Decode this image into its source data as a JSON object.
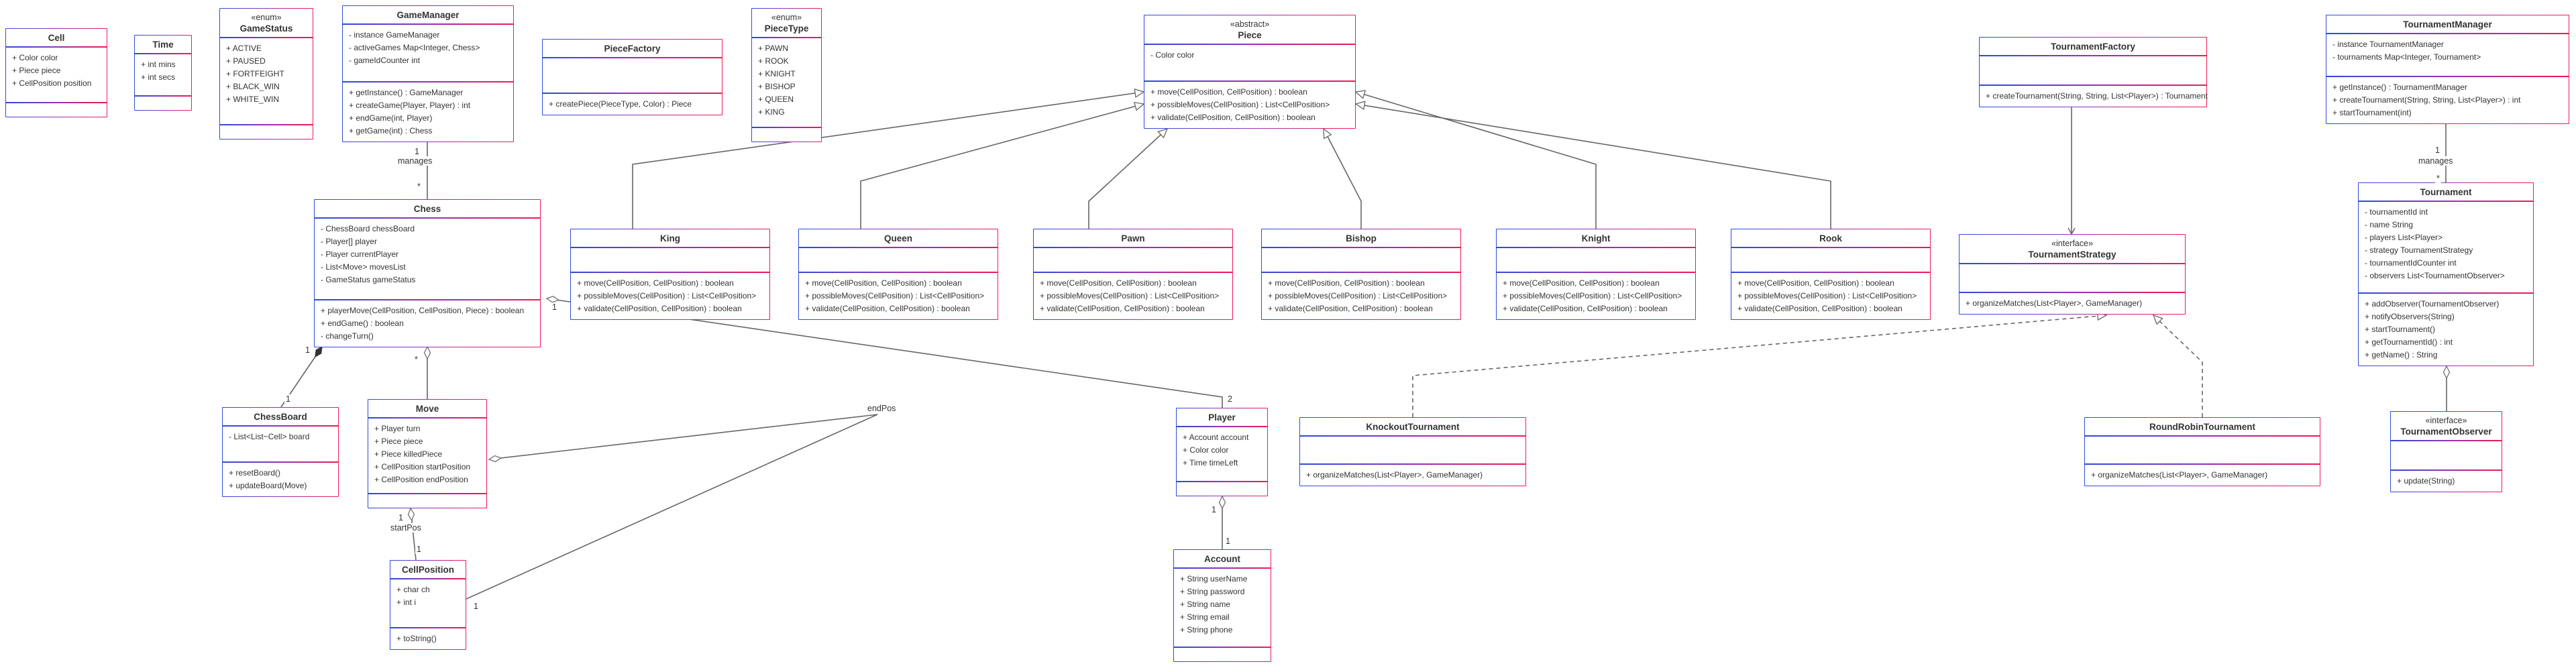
{
  "diagram": {
    "classes": [
      {
        "name": "Cell",
        "stereotype": "",
        "attributes": [
          "+ Color color",
          "+ Piece piece",
          "+ CellPosition position"
        ],
        "methods": []
      },
      {
        "name": "Time",
        "stereotype": "",
        "attributes": [
          "+ int mins",
          "+ int secs"
        ],
        "methods": []
      },
      {
        "name": "GameStatus",
        "stereotype": "«enum»",
        "attributes": [
          "+ ACTIVE",
          "+ PAUSED",
          "+ FORTFEIGHT",
          "+ BLACK_WIN",
          "+ WHITE_WIN"
        ],
        "methods": []
      },
      {
        "name": "GameManager",
        "stereotype": "",
        "attributes": [
          "- instance GameManager",
          "- activeGames Map<Integer, Chess>",
          "- gameIdCounter int"
        ],
        "methods": [
          "+ getInstance() : GameManager",
          "+ createGame(Player, Player) : int",
          "+ endGame(int, Player)",
          "+ getGame(int) : Chess"
        ]
      },
      {
        "name": "PieceFactory",
        "stereotype": "",
        "attributes": [],
        "methods": [
          "+ createPiece(PieceType, Color) : Piece"
        ]
      },
      {
        "name": "PieceType",
        "stereotype": "«enum»",
        "attributes": [
          "+ PAWN",
          "+ ROOK",
          "+ KNIGHT",
          "+ BISHOP",
          "+ QUEEN",
          "+ KING"
        ],
        "methods": []
      },
      {
        "name": "Piece",
        "stereotype": "«abstract»",
        "attributes": [
          "- Color color"
        ],
        "methods": [
          "+ move(CellPosition, CellPosition) : boolean",
          "+ possibleMoves(CellPosition) : List<CellPosition>",
          "+ validate(CellPosition, CellPosition) : boolean"
        ]
      },
      {
        "name": "TournamentFactory",
        "stereotype": "",
        "attributes": [],
        "methods": [
          "+ createTournament(String, String, List<Player>) : Tournament"
        ]
      },
      {
        "name": "TournamentManager",
        "stereotype": "",
        "attributes": [
          "- instance TournamentManager",
          "- tournaments Map<Integer, Tournament>"
        ],
        "methods": [
          "+ getInstance() : TournamentManager",
          "+ createTournament(String, String, List<Player>) : int",
          "+ startTournament(int)"
        ]
      },
      {
        "name": "Chess",
        "stereotype": "",
        "attributes": [
          "- ChessBoard chessBoard",
          "- Player[] player",
          "- Player currentPlayer",
          "- List<Move> movesList",
          "- GameStatus gameStatus"
        ],
        "methods": [
          "+ playerMove(CellPosition, CellPosition, Piece) : boolean",
          "+ endGame() : boolean",
          "- changeTurn()"
        ]
      },
      {
        "name": "King",
        "stereotype": "",
        "attributes": [],
        "methods": [
          "+ move(CellPosition, CellPosition) : boolean",
          "+ possibleMoves(CellPosition) : List<CellPosition>",
          "+ validate(CellPosition, CellPosition) : boolean"
        ]
      },
      {
        "name": "Queen",
        "stereotype": "",
        "attributes": [],
        "methods": [
          "+ move(CellPosition, CellPosition) : boolean",
          "+ possibleMoves(CellPosition) : List<CellPosition>",
          "+ validate(CellPosition, CellPosition) : boolean"
        ]
      },
      {
        "name": "Pawn",
        "stereotype": "",
        "attributes": [],
        "methods": [
          "+ move(CellPosition, CellPosition) : boolean",
          "+ possibleMoves(CellPosition) : List<CellPosition>",
          "+ validate(CellPosition, CellPosition) : boolean"
        ]
      },
      {
        "name": "Bishop",
        "stereotype": "",
        "attributes": [],
        "methods": [
          "+ move(CellPosition, CellPosition) : boolean",
          "+ possibleMoves(CellPosition) : List<CellPosition>",
          "+ validate(CellPosition, CellPosition) : boolean"
        ]
      },
      {
        "name": "Knight",
        "stereotype": "",
        "attributes": [],
        "methods": [
          "+ move(CellPosition, CellPosition) : boolean",
          "+ possibleMoves(CellPosition) : List<CellPosition>",
          "+ validate(CellPosition, CellPosition) : boolean"
        ]
      },
      {
        "name": "Rook",
        "stereotype": "",
        "attributes": [],
        "methods": [
          "+ move(CellPosition, CellPosition) : boolean",
          "+ possibleMoves(CellPosition) : List<CellPosition>",
          "+ validate(CellPosition, CellPosition) : boolean"
        ]
      },
      {
        "name": "TournamentStrategy",
        "stereotype": "«interface»",
        "attributes": [],
        "methods": [
          "+ organizeMatches(List<Player>, GameManager)"
        ]
      },
      {
        "name": "Tournament",
        "stereotype": "",
        "attributes": [
          "- tournamentId int",
          "- name String",
          "- players List<Player>",
          "- strategy TournamentStrategy",
          "- tournamentIdCounter int",
          "- observers List<TournamentObserver>"
        ],
        "methods": [
          "+ addObserver(TournamentObserver)",
          "+ notifyObservers(String)",
          "+ startTournament()",
          "+ getTournamentId() : int",
          "+ getName() : String"
        ]
      },
      {
        "name": "ChessBoard",
        "stereotype": "",
        "attributes": [
          "- List<List~Cell> board"
        ],
        "methods": [
          "+ resetBoard()",
          "+ updateBoard(Move)"
        ]
      },
      {
        "name": "Move",
        "stereotype": "",
        "attributes": [
          "+ Player turn",
          "+ Piece piece",
          "+ Piece killedPiece",
          "+ CellPosition startPosition",
          "+ CellPosition endPosition"
        ],
        "methods": []
      },
      {
        "name": "CellPosition",
        "stereotype": "",
        "attributes": [
          "+ char ch",
          "+ int i"
        ],
        "methods": [
          "+ toString()"
        ]
      },
      {
        "name": "Player",
        "stereotype": "",
        "attributes": [
          "+ Account account",
          "+ Color color",
          "+ Time timeLeft"
        ],
        "methods": []
      },
      {
        "name": "Account",
        "stereotype": "",
        "attributes": [
          "+ String userName",
          "+ String password",
          "+ String name",
          "+ String email",
          "+ String phone"
        ],
        "methods": []
      },
      {
        "name": "KnockoutTournament",
        "stereotype": "",
        "attributes": [],
        "methods": [
          "+ organizeMatches(List<Player>, GameManager)"
        ]
      },
      {
        "name": "RoundRobinTournament",
        "stereotype": "",
        "attributes": [],
        "methods": [
          "+ organizeMatches(List<Player>, GameManager)"
        ]
      },
      {
        "name": "TournamentObserver",
        "stereotype": "«interface»",
        "attributes": [],
        "methods": [
          "+ update(String)"
        ]
      }
    ],
    "edge_labels": [
      "1",
      "manages",
      "*",
      "1",
      "1",
      "*",
      "1",
      "2",
      "1",
      "startPos",
      "1",
      "endPos",
      "1",
      "1",
      "manages",
      "*",
      "1",
      "1"
    ]
  },
  "colors": {
    "border_gradient_start": "#2e4bdb",
    "border_gradient_mid": "#9333b5",
    "border_gradient_end": "#f01a55",
    "edge": "#666666",
    "text": "#333333",
    "background": "#ffffff"
  }
}
